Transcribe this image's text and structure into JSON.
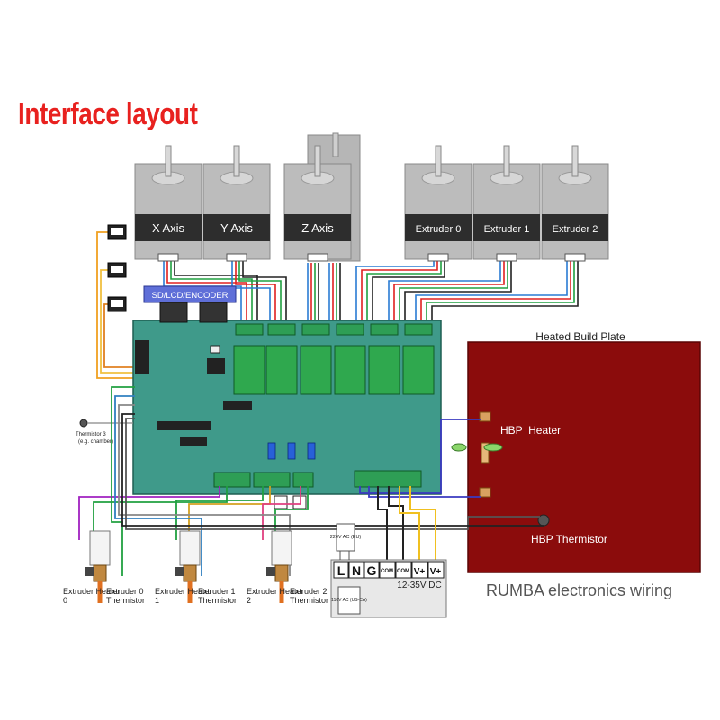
{
  "title": "Interface layout",
  "motors": [
    {
      "label": "X Axis"
    },
    {
      "label": "Y Axis"
    },
    {
      "label": "Z Axis"
    },
    {
      "label": "Extruder 0"
    },
    {
      "label": "Extruder 1"
    },
    {
      "label": "Extruder 2"
    }
  ],
  "board": {
    "sd_label": "SD/LCD/ENCODER",
    "thermistor3_label": "Thermistor 3",
    "thermistor3_note": "(e.g. chamber)"
  },
  "bed": {
    "title": "Heated Build Plate",
    "heater_label": "HBP  Heater",
    "thermistor_label": "HBP Thermistor"
  },
  "hotends": [
    {
      "heater": "Extruder Heater 0",
      "thermistor": "Extruder 0 Thermistor"
    },
    {
      "heater": "Extruder Heater 1",
      "thermistor": "Extruder 1 Thermistor"
    },
    {
      "heater": "Extruder Heater 2",
      "thermistor": "Extruder 2 Thermistor"
    }
  ],
  "power": {
    "ac_220": "220V AC (EU)",
    "ac_110": "110V AC (US-CA)",
    "terminals": [
      "L",
      "N",
      "G",
      "COM",
      "COM",
      "V+",
      "V+"
    ],
    "dc_label": "12-35V DC"
  },
  "caption": "RUMBA electronics wiring",
  "colors": {
    "title": "#e8211f",
    "board": "#3f9a8a",
    "bed": "#8b0c0c",
    "driver": "#2fa84e",
    "terminal": "#2e9e55",
    "motor_body": "#bcbcbc",
    "motor_band": "#2d2d2d"
  }
}
